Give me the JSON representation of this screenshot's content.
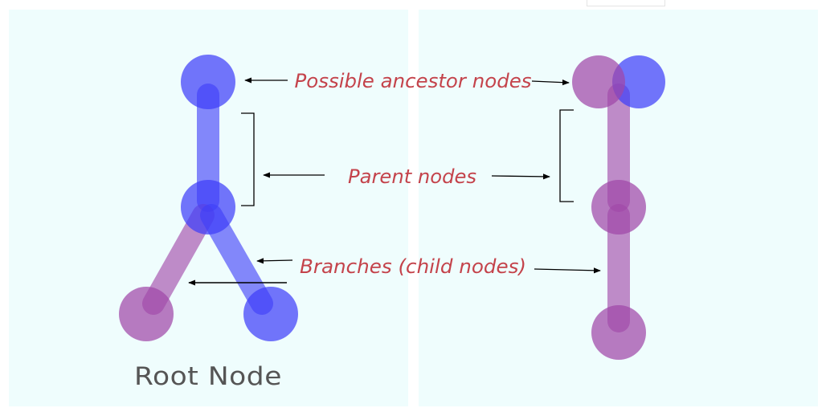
{
  "labels": {
    "ancestor": "Possible ancestor nodes",
    "parent": "Parent nodes",
    "branches": "Branches (child nodes)",
    "root": "Root Node"
  },
  "colors": {
    "blue": "#3f3ff8",
    "purple": "#a046a8",
    "label_red": "#c4434b",
    "root_text": "#555555",
    "panel_bg": "#effdfd",
    "arrow": "#000000"
  }
}
